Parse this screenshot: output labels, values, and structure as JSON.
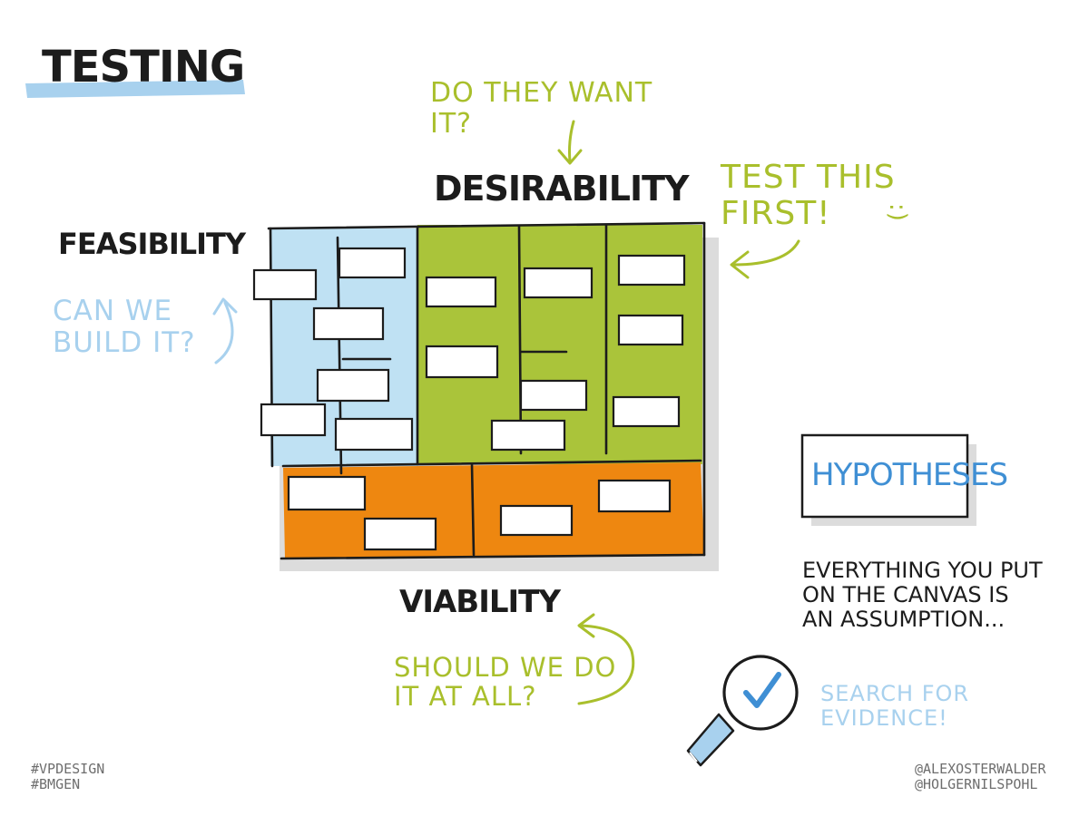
{
  "title": "Testing",
  "desirability": {
    "label": "Desirability",
    "question": [
      "Do they want",
      "it?"
    ]
  },
  "feasibility": {
    "label": "Feasibility",
    "question": [
      "Can we",
      "build it?"
    ]
  },
  "viability": {
    "label": "Viability",
    "question": [
      "Should we do",
      "it at all?"
    ]
  },
  "test_first": {
    "lines": [
      "Test this",
      "first!"
    ],
    "smiley": ":)"
  },
  "hypotheses": {
    "label": "Hypotheses",
    "note": [
      "Everything you put",
      "on the canvas is",
      "an assumption..."
    ],
    "search": [
      "Search for",
      "evidence!"
    ]
  },
  "hashtags": [
    "#VPDESIGN",
    "#BMGEN"
  ],
  "credits": [
    "@ALEXOSTERWALDER",
    "@HOLGERNILSPOHL"
  ],
  "colors": {
    "feasibility_fill": "#bfe1f3",
    "desirability_fill": "#aac43a",
    "viability_fill": "#ee8710",
    "ink": "#1c1c1c",
    "green_text": "#a9bf2c",
    "blue_text": "#a8d1ee",
    "hypotheses_text": "#3f8fd4"
  }
}
